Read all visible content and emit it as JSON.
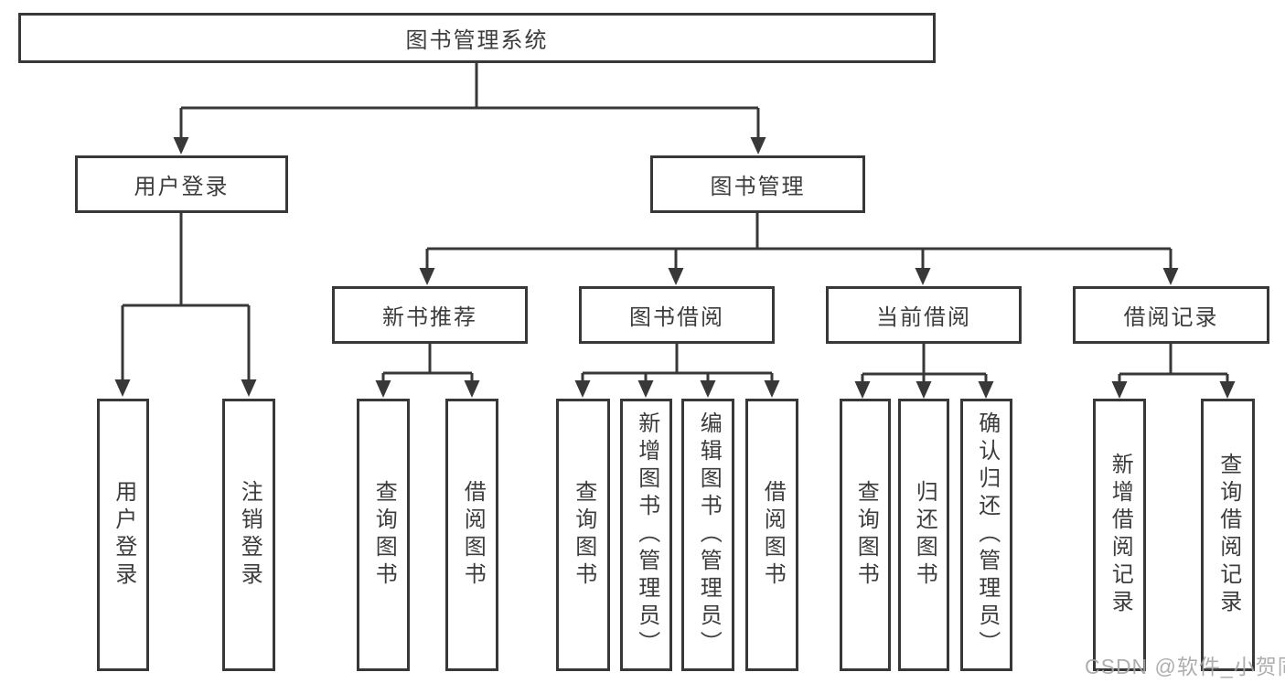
{
  "tree": {
    "label": "图书管理系统",
    "children": [
      {
        "label": "用户登录",
        "children": [
          {
            "label": "用户登录"
          },
          {
            "label": "注销登录"
          }
        ]
      },
      {
        "label": "图书管理",
        "children": [
          {
            "label": "新书推荐",
            "children": [
              {
                "label": "查询图书"
              },
              {
                "label": "借阅图书"
              }
            ]
          },
          {
            "label": "图书借阅",
            "children": [
              {
                "label": "查询图书"
              },
              {
                "label": "新增图书（管理员）"
              },
              {
                "label": "编辑图书（管理员）"
              },
              {
                "label": "借阅图书"
              }
            ]
          },
          {
            "label": "当前借阅",
            "children": [
              {
                "label": "查询图书"
              },
              {
                "label": "归还图书"
              },
              {
                "label": "确认归还（管理员）"
              }
            ]
          },
          {
            "label": "借阅记录",
            "children": [
              {
                "label": "新增借阅记录"
              },
              {
                "label": "查询借阅记录"
              }
            ]
          }
        ]
      }
    ]
  },
  "watermark": "CSDN @软件_小贺同学",
  "colors": {
    "line": "#383838",
    "box_border": "#383838",
    "text": "#3c3c3c",
    "watermark": "#a5a5a5",
    "background": "#ffffff"
  }
}
